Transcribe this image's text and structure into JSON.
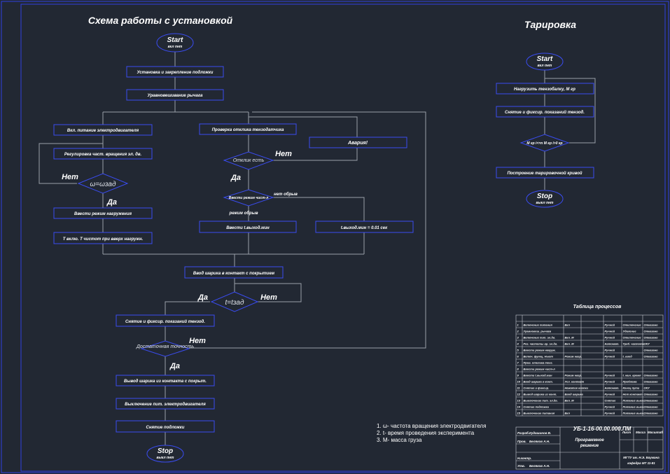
{
  "titles": {
    "main": "Схема работы с установкой",
    "calib": "Тарировка"
  },
  "main_flow": {
    "start": "Start",
    "start_sub": "вкл пнт",
    "step1": "Установка и закрепление подложки",
    "step2": "Уравновешивание рычага",
    "step3": "Вкл. питание электродвигателя",
    "step4": "Регулировка част. вращения эл. дв.",
    "cond_omega": "ω=ωзад",
    "step5": "Ввести режим нагружения",
    "step6": "Т вклю.  Т чистот при вверх нагружн.",
    "check": "Проверка отклика тензодатчика",
    "cond_response": "Отклик есть",
    "alarm": "Авария!",
    "mode_cond": "Ввести режим чист-л",
    "mode_no": "нет обрыв",
    "mode_label": "режим обрыв",
    "input_t": "Ввести t.выход.мин",
    "t_meas": "t.выход.мин = 0.01 сек",
    "contact": "Ввод шарика в контакт с покрытием",
    "cond_t": "t=tзад",
    "reading": "Снятие и фиксир. показаний тензод.",
    "cond_acc": "Достаточная точность",
    "out_ball": "Вывод шарика из контакта с покрыт.",
    "off_motor": "Выключение пит. электродвигателя",
    "remove": "Снятие подложки",
    "stop": "Stop",
    "stop_sub": "выкл пнт",
    "yes": "Да",
    "no": "Нет"
  },
  "calib_flow": {
    "start": "Start",
    "start_sub": "вкл пнт",
    "load": "Нагрузить тензобалку,  M гр",
    "read": "Снятие и фиксир. показаний тензод.",
    "cond": "M гр i<=n  M гр i>0 гр",
    "build": "Построение тарировочной кривой",
    "stop": "Stop",
    "stop_sub": "выкл пнт"
  },
  "notes": [
    "1. ω- частота вращения электродвигателя",
    "2. t- время проведения эксперимента",
    "3. M- масса груза"
  ],
  "table": {
    "title": "Таблица процессов",
    "rows": [
      [
        "1",
        "Включение питания",
        "Вкл",
        "Ручной",
        "Отключение",
        "Отказано"
      ],
      [
        "2",
        "Уравновеш. рычага",
        "",
        "Ручной",
        "Удаление",
        "Отказано"
      ],
      [
        "3",
        "Включение пит. эл.дв.",
        "Вкл_М",
        "Ручной",
        "Отключение",
        "Отказано"
      ],
      [
        "4",
        "Рег. частоты вр. эл.дв.",
        "Вкл_М",
        "Автомат.",
        "Треб. частота",
        "ОКУ"
      ],
      [
        "5",
        "Ввести режим нагруж.",
        "",
        "Ручной",
        "",
        "Отказано"
      ],
      [
        "6",
        "Включ. функц. Ньют",
        "Режим нагр.",
        "Ручной",
        "t. ввод",
        "Отказано"
      ],
      [
        "7",
        "Пров. отклика тенз.",
        "",
        "",
        "",
        ""
      ],
      [
        "8",
        "Ввести режим чист-л",
        "",
        "",
        "",
        ""
      ],
      [
        "9",
        "Ввести t.выход.мин",
        "Режим нагр.",
        "Ручной",
        "t. мин. время",
        "Отказано"
      ],
      [
        "10",
        "Ввод шарика в конт.",
        "Усл. контакт",
        "Ручной",
        "Проблема",
        "Отказано"
      ],
      [
        "11",
        "Снятие и фиксир.",
        "Нажатие кнопки",
        "Автомат.",
        "Конец пути",
        "ОКУ"
      ],
      [
        "12",
        "Вывод шарика из конт.",
        "Ввод шарика",
        "Ручной",
        "Нет контакт",
        "Отказано"
      ],
      [
        "13",
        "Выключение пит. эл.дв.",
        "Вкл_М",
        "Снятие",
        "Питание выкл.",
        "Отказано"
      ],
      [
        "14",
        "Снятие подложки",
        "",
        "Ручной",
        "Питание выкл.",
        "Отказано"
      ],
      [
        "15",
        "Выключение питания",
        "Вкл",
        "Ручной",
        "Питание выкл.",
        "Отказано"
      ]
    ]
  },
  "stamp": {
    "code": "УБ-1-16-00.00.000.ПМ",
    "name": "Программное",
    "name2": "решение",
    "dev": "Разраб.",
    "dev_name": "Кудашинов В.",
    "check": "Пров.",
    "check_name": "Беляков А.Н.",
    "ctrl": "Н.контр.",
    "approve": "Утв.",
    "approve_name": "Беляков А.Н.",
    "sheet": "Лист",
    "mass": "Масса",
    "scale": "Масштаб",
    "org": "МГТУ им. Н.Э. Баумана",
    "group": "кафедра МТ 11-81"
  }
}
